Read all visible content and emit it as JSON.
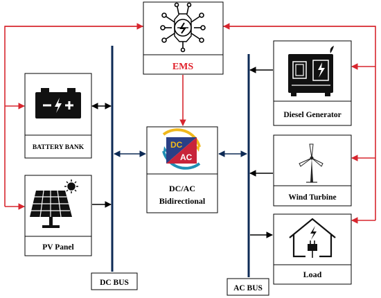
{
  "colors": {
    "ems_text": "#e0202a",
    "red_line": "#d7262e",
    "black_line": "#000000",
    "bus_line": "#0d2a55",
    "dc_ac_blue": "#2a3f86",
    "dc_ac_red": "#c8243a",
    "dc_ac_yellow": "#f0b81d",
    "dc_ac_teal": "#1f8fb5"
  },
  "nodes": {
    "ems": {
      "label": "EMS",
      "icon": "energy-network-icon"
    },
    "battery": {
      "label": "BATTERY BANK",
      "icon": "battery-icon"
    },
    "pv": {
      "label": "PV Panel",
      "icon": "solar-panel-icon"
    },
    "converter": {
      "line1": "DC/AC",
      "line2": "Bidirectional",
      "icon": "dc-ac-converter-icon",
      "icon_top_text": "DC",
      "icon_bottom_text": "AC"
    },
    "diesel": {
      "label": "Diesel Generator",
      "icon": "diesel-generator-icon"
    },
    "wind": {
      "label": "Wind Turbine",
      "icon": "wind-turbine-icon"
    },
    "load": {
      "label": "Load",
      "icon": "house-load-icon"
    }
  },
  "buses": {
    "dc": {
      "label": "DC BUS"
    },
    "ac": {
      "label": "AC BUS"
    }
  }
}
